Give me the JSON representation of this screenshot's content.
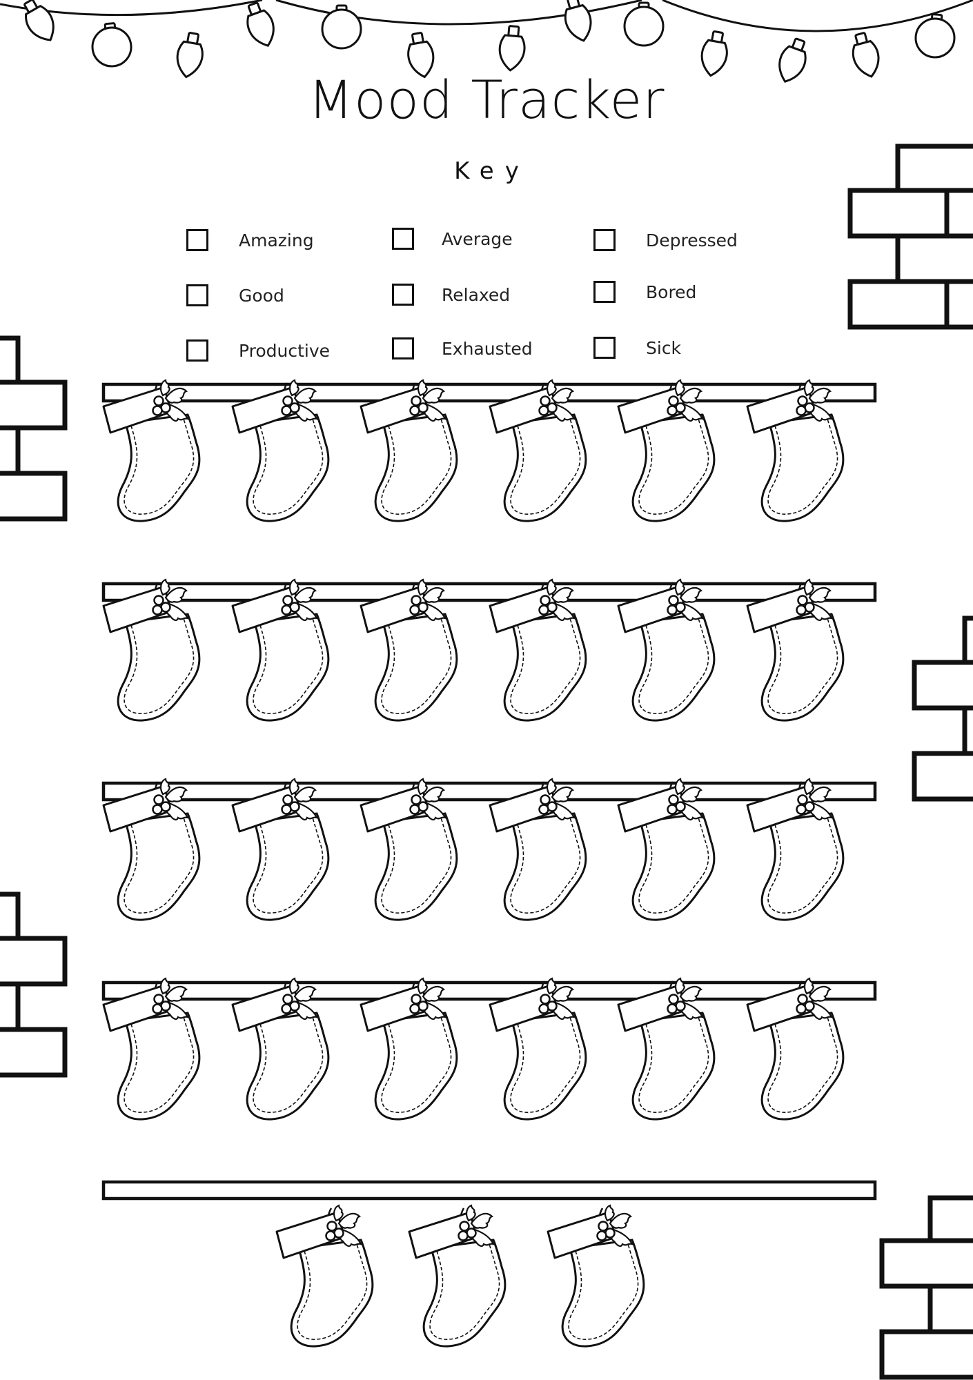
{
  "title": "Mood Tracker",
  "key": {
    "heading": "Key",
    "items": [
      {
        "label": "Amazing"
      },
      {
        "label": "Good"
      },
      {
        "label": "Productive"
      },
      {
        "label": "Average"
      },
      {
        "label": "Relaxed"
      },
      {
        "label": "Exhausted"
      },
      {
        "label": "Depressed"
      },
      {
        "label": "Bored"
      },
      {
        "label": "Sick"
      }
    ]
  },
  "tracker": {
    "rows": [
      6,
      6,
      6,
      6,
      3
    ]
  },
  "colors": {
    "ink": "#111111",
    "background": "#ffffff"
  },
  "icons": [
    "string-lights-icon",
    "brick-wall-icon",
    "stocking-icon",
    "holly-icon",
    "checkbox-icon"
  ]
}
